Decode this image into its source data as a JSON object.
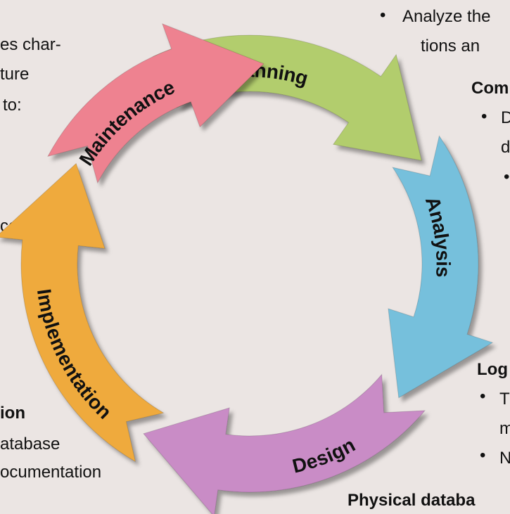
{
  "cycle": {
    "segments": [
      {
        "key": "planning",
        "label": "Planning",
        "color": "#b2cd6d"
      },
      {
        "key": "analysis",
        "label": "Analysis",
        "color": "#76c0dc"
      },
      {
        "key": "design",
        "label": "Design",
        "color": "#c98cc6"
      },
      {
        "key": "implementation",
        "label": "Implementation",
        "color": "#efaa3c"
      },
      {
        "key": "maintenance",
        "label": "Maintenance",
        "color": "#ee8290"
      }
    ]
  },
  "snippets": {
    "top_right_line1": "Analyze the",
    "top_right_line2": "tions an",
    "right_heading1": "Com",
    "right_item1_line1": "D",
    "right_item1_line2": "d",
    "left_line1": "es char-",
    "left_line2": "ture",
    "left_line3": "to:",
    "left_line4": "ce.",
    "bottom_left_heading": "ion",
    "bottom_left_line1": "atabase",
    "bottom_left_line2": "ocumentation",
    "logical_heading": "Log",
    "logical_item1_line1": "T",
    "logical_item1_line2": "m",
    "logical_item2": "N",
    "physical_heading": "Physical databa"
  }
}
